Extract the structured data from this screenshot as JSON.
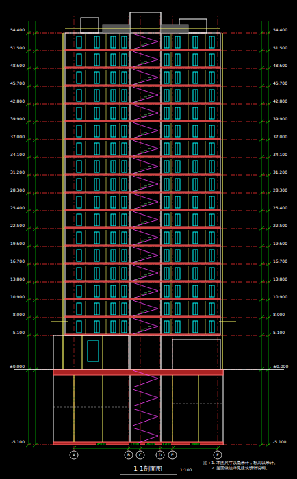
{
  "diagram": {
    "title": "1-1剖面图",
    "caption": "1:100",
    "labels": [
      "54.400",
      "51.500",
      "48.600",
      "45.700",
      "42.800",
      "39.900",
      "37.000",
      "34.100",
      "31.200",
      "28.300",
      "25.400",
      "22.500",
      "19.600",
      "16.700",
      "13.800",
      "10.900",
      "8.000",
      "5.100",
      "±0.000",
      "-5.100",
      "54.400",
      "51.500",
      "48.600",
      "45.700",
      "42.800",
      "39.900",
      "37.000",
      "34.100",
      "31.200",
      "28.300",
      "25.400",
      "22.500",
      "19.600",
      "16.700",
      "13.800",
      "10.900",
      "8.000",
      "5.100",
      "±0.000",
      "-5.100",
      "A",
      "B",
      "C",
      "D",
      "E",
      "F",
      "4500",
      "1200",
      "2600",
      "1200",
      "3900",
      "注：1. 本图尺寸以毫米计，标高以米计。",
      "2. 屋面做法详见建筑设计说明。"
    ]
  }
}
